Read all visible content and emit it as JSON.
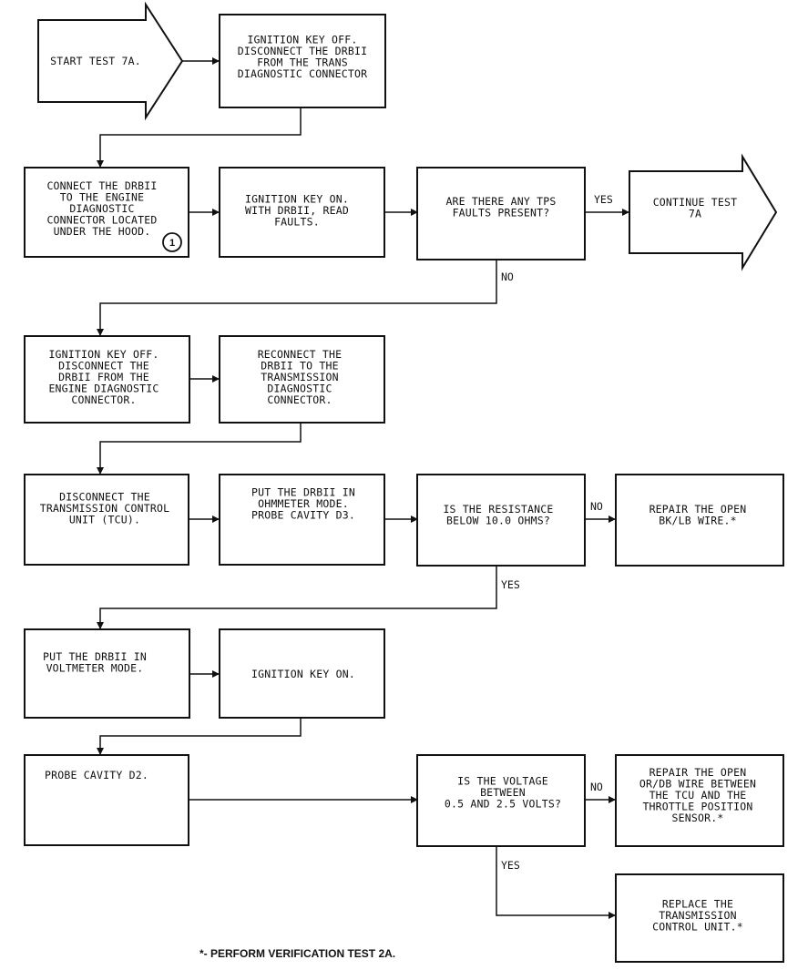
{
  "nodes": {
    "start": {
      "lines": [
        "START TEST 7A."
      ]
    },
    "ign_off_1": {
      "lines": [
        "IGNITION KEY OFF.",
        "DISCONNECT THE DRBII",
        "FROM THE TRANS",
        "DIAGNOSTIC CONNECTOR"
      ]
    },
    "connect_engine": {
      "lines": [
        "CONNECT THE DRBII",
        "TO THE ENGINE",
        "DIAGNOSTIC",
        "CONNECTOR LOCATED",
        "UNDER THE HOOD."
      ],
      "badge": "1"
    },
    "ign_on_read": {
      "lines": [
        "IGNITION KEY ON.",
        "WITH DRBII, READ",
        "FAULTS."
      ]
    },
    "tps_q": {
      "lines": [
        "ARE THERE ANY TPS",
        "FAULTS PRESENT?"
      ]
    },
    "continue": {
      "lines": [
        "CONTINUE TEST",
        "7A"
      ]
    },
    "ign_off_2": {
      "lines": [
        "IGNITION KEY OFF.",
        "DISCONNECT THE",
        "DRBII FROM THE",
        "ENGINE DIAGNOSTIC",
        "CONNECTOR."
      ]
    },
    "reconnect": {
      "lines": [
        "RECONNECT THE",
        "DRBII TO THE",
        "TRANSMISSION",
        "DIAGNOSTIC",
        "CONNECTOR."
      ]
    },
    "disc_tcu": {
      "lines": [
        "DISCONNECT THE",
        "TRANSMISSION CONTROL",
        "UNIT (TCU)."
      ]
    },
    "ohm": {
      "lines": [
        "PUT THE DRBII IN",
        "OHMMETER MODE.",
        "PROBE CAVITY D3."
      ]
    },
    "res_q": {
      "lines": [
        "IS THE RESISTANCE",
        "BELOW 10.0 OHMS?"
      ]
    },
    "repair_bk": {
      "lines": [
        "REPAIR THE OPEN",
        "BK/LB WIRE.*"
      ]
    },
    "volt": {
      "lines": [
        "PUT THE DRBII IN",
        "VOLTMETER MODE."
      ]
    },
    "ign_on": {
      "lines": [
        "IGNITION KEY ON."
      ]
    },
    "probe_d2": {
      "lines": [
        "PROBE CAVITY D2."
      ]
    },
    "volt_q": {
      "lines": [
        "IS THE VOLTAGE",
        "BETWEEN",
        "0.5 AND 2.5 VOLTS?"
      ]
    },
    "repair_or": {
      "lines": [
        "REPAIR THE OPEN",
        "OR/DB WIRE BETWEEN",
        "THE TCU AND THE",
        "THROTTLE POSITION",
        "SENSOR.*"
      ]
    },
    "replace_tcu": {
      "lines": [
        "REPLACE THE",
        "TRANSMISSION",
        "CONTROL UNIT.*"
      ]
    }
  },
  "edge_labels": {
    "tps_yes": "YES",
    "tps_no": "NO",
    "res_no": "NO",
    "res_yes": "YES",
    "volt_no": "NO",
    "volt_yes": "YES"
  },
  "footnote": "*- PERFORM VERIFICATION TEST 2A."
}
